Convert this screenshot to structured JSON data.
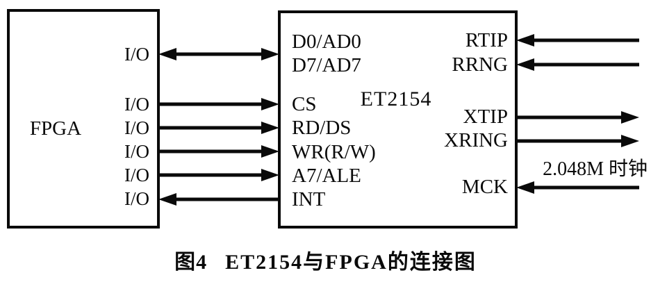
{
  "figure_caption": {
    "prefix": "图4",
    "title": "ET2154与FPGA的连接图"
  },
  "fpga": {
    "label": "FPGA",
    "io_labels": [
      "I/O",
      "I/O",
      "I/O",
      "I/O",
      "I/O",
      "I/O"
    ]
  },
  "chip": {
    "label": "ET2154",
    "left_pins": [
      "D0/AD0",
      "D7/AD7",
      "CS",
      "RD/DS",
      "WR(R/W)",
      "A7/ALE",
      "INT"
    ],
    "right_pins": [
      "RTIP",
      "RRNG",
      "XTIP",
      "XRING",
      "MCK"
    ]
  },
  "annotations": {
    "clock_label": "2.048M 时钟"
  },
  "connections": [
    {
      "id": "data-bus",
      "from": "FPGA I/O",
      "to": "D0/AD0-D7/AD7",
      "direction": "bidirectional"
    },
    {
      "id": "cs",
      "from": "FPGA I/O",
      "to": "CS",
      "direction": "fpga-to-chip"
    },
    {
      "id": "rd-ds",
      "from": "FPGA I/O",
      "to": "RD/DS",
      "direction": "fpga-to-chip"
    },
    {
      "id": "wr",
      "from": "FPGA I/O",
      "to": "WR(R/W)",
      "direction": "fpga-to-chip"
    },
    {
      "id": "a7-ale",
      "from": "FPGA I/O",
      "to": "A7/ALE",
      "direction": "fpga-to-chip"
    },
    {
      "id": "int",
      "from": "INT",
      "to": "FPGA I/O",
      "direction": "chip-to-fpga"
    },
    {
      "id": "rtip",
      "from": "line-in",
      "to": "RTIP",
      "direction": "into-chip"
    },
    {
      "id": "rrng",
      "from": "line-in",
      "to": "RRNG",
      "direction": "into-chip"
    },
    {
      "id": "xtip",
      "from": "XTIP",
      "to": "line-out",
      "direction": "out-of-chip"
    },
    {
      "id": "xring",
      "from": "XRING",
      "to": "line-out",
      "direction": "out-of-chip"
    },
    {
      "id": "mck",
      "from": "2.048M 时钟",
      "to": "MCK",
      "direction": "into-chip"
    }
  ],
  "colors": {
    "ink": "#0a0a0a",
    "background": "#ffffff"
  }
}
